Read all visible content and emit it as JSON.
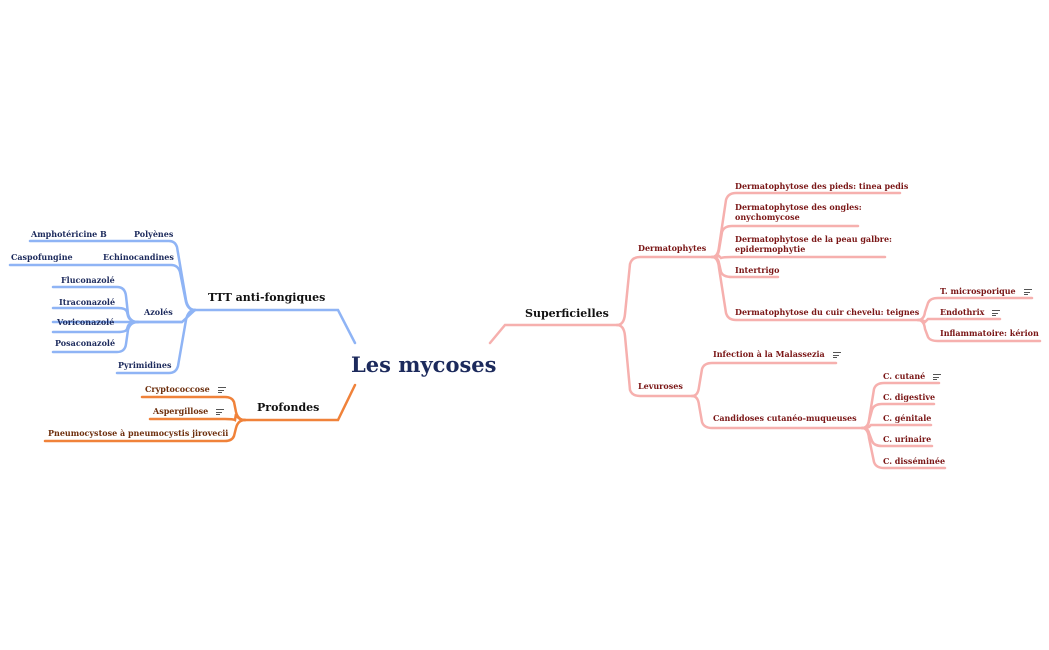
{
  "central": "Les mycoses",
  "branches": {
    "ttt": {
      "title": "TTT anti-fongiques",
      "polyenes": "Polyènes",
      "amphotericine": "Amphotéricine B",
      "echinocandines": "Echinocandines",
      "caspofungine": "Caspofungine",
      "azoles": "Azolés",
      "fluconazole": "Fluconazolé",
      "itraconazole": "Itraconazolé",
      "voriconazole": "Voriconazolé",
      "posaconazole": "Posaconazolé",
      "pyrimidines": "Pyrimidines"
    },
    "profondes": {
      "title": "Profondes",
      "cryptococcose": "Cryptococcose",
      "aspergillose": "Aspergillose",
      "pneumocystose": "Pneumocystose à pneumocystis jirovecii"
    },
    "superficielles": {
      "title": "Superficielles",
      "dermatophytes": "Dermatophytes",
      "pieds": "Dermatophytose des pieds: tinea pedis",
      "ongles": "Dermatophytose des ongles: onychomycose",
      "peau": "Dermatophytose de la peau galbre: epidermophytie",
      "intertrigo": "Intertrigo",
      "cuir": "Dermatophytose du cuir chevelu: teignes",
      "microsporique": "T. microsporique",
      "endothrix": "Endothrix",
      "inflammatoire": "Inflammatoire: kérion",
      "levuroses": "Levuroses",
      "malassezia": "Infection à la Malassezia",
      "candidoses": "Candidoses cutanéo-muqueuses",
      "cutane": "C. cutané",
      "digestive": "C. digestive",
      "genitale": "C. génitale",
      "urinaire": "C. urinaire",
      "disseminee": "C. disséminée"
    }
  },
  "colors": {
    "ttt": "#8fb4f5",
    "profondes": "#f0823a",
    "superficielles": "#f6b0ae",
    "central": "#1c2a5c"
  },
  "icons": {
    "note": "note-icon"
  }
}
